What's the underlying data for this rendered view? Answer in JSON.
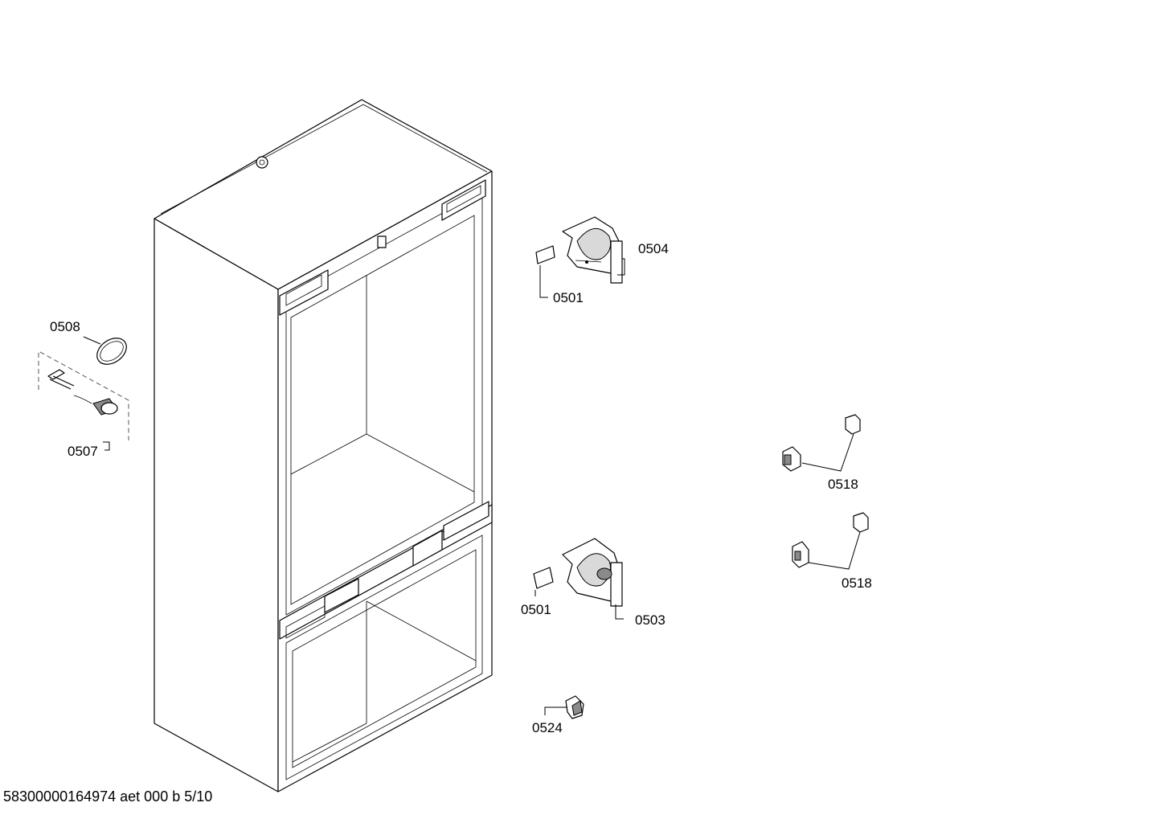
{
  "diagram": {
    "labels": {
      "p0501_top": "0501",
      "p0504": "0504",
      "p0508": "0508",
      "p0507": "0507",
      "p0518_a": "0518",
      "p0518_b": "0518",
      "p0501_bottom": "0501",
      "p0503": "0503",
      "p0524": "0524"
    },
    "footer": "58300000164974 aet 000 b 5/10"
  }
}
